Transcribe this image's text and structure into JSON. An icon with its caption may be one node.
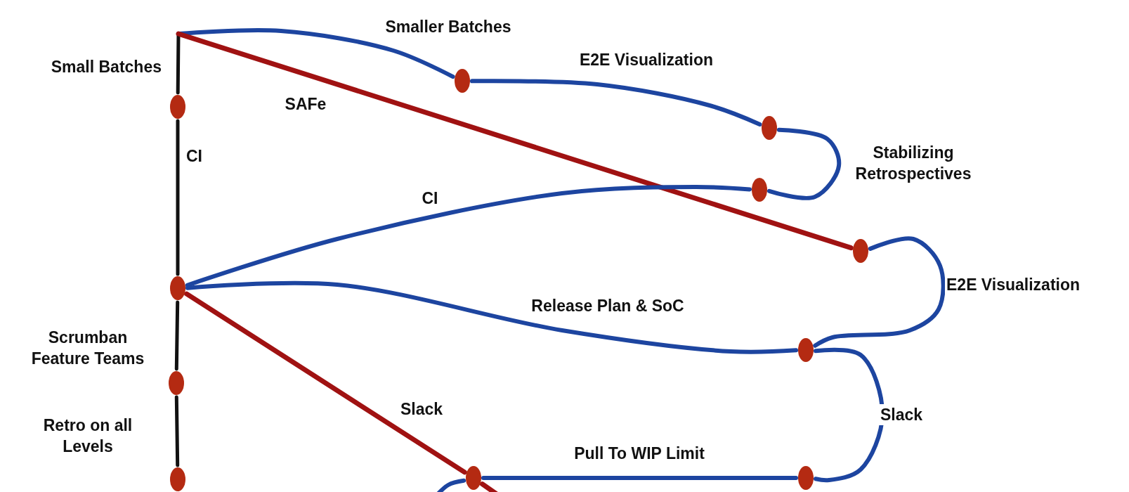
{
  "diagram": {
    "nodes": [
      {
        "text": [],
        "shape": "circle"
      },
      {
        "text": [],
        "shape": "circle"
      },
      {
        "text": [],
        "shape": "circle"
      },
      {
        "text": [],
        "shape": "circle"
      },
      {
        "text": [],
        "shape": "circle"
      },
      {
        "text": [],
        "shape": "circle"
      },
      {
        "text": [],
        "shape": "circle"
      },
      {
        "text": [],
        "shape": "circle"
      },
      {
        "text": [],
        "shape": "circle"
      },
      {
        "text": [],
        "shape": "circle"
      },
      {
        "text": [],
        "shape": "circle"
      }
    ],
    "edges": [
      {
        "from": null,
        "to": 0,
        "arrow": "none",
        "label": "Small Batches",
        "color": "#111111"
      },
      {
        "from": 0,
        "to": 1,
        "arrow": "none",
        "label": "CI",
        "color": "#111111"
      },
      {
        "from": 1,
        "to": 2,
        "arrow": "none",
        "label": "Scrumban Feature Teams",
        "color": "#111111"
      },
      {
        "from": 2,
        "to": 3,
        "arrow": "none",
        "label": "Retro on all Levels",
        "color": "#111111"
      },
      {
        "from": null,
        "to": 4,
        "arrow": "none",
        "label": "Smaller Batches"
      },
      {
        "from": null,
        "to": 7,
        "arrow": "none",
        "label": "SAFe",
        "color": "#a01212"
      },
      {
        "from": 4,
        "to": 5,
        "arrow": "none",
        "label": "E2E Visualization"
      },
      {
        "from": 5,
        "to": 6,
        "arrow": "none",
        "label": "Stabilizing Retrospectives"
      },
      {
        "from": 1,
        "to": 6,
        "arrow": "none",
        "label": "CI"
      },
      {
        "from": 7,
        "to": 8,
        "arrow": "none",
        "label": "E2E Visualization"
      },
      {
        "from": 1,
        "to": 8,
        "arrow": "none",
        "label": "Release Plan & SoC"
      },
      {
        "from": 1,
        "to": 9,
        "arrow": "none",
        "label": "Slack",
        "color": "#a01212"
      },
      {
        "from": 8,
        "to": 10,
        "arrow": "none",
        "label": "Slack"
      },
      {
        "from": 9,
        "to": 10,
        "arrow": "none",
        "label": "Pull To WIP Limit"
      },
      {
        "from": 9,
        "to": null,
        "arrow": "none"
      },
      {
        "from": 9,
        "to": null,
        "arrow": "none",
        "color": "#a01212"
      }
    ]
  }
}
